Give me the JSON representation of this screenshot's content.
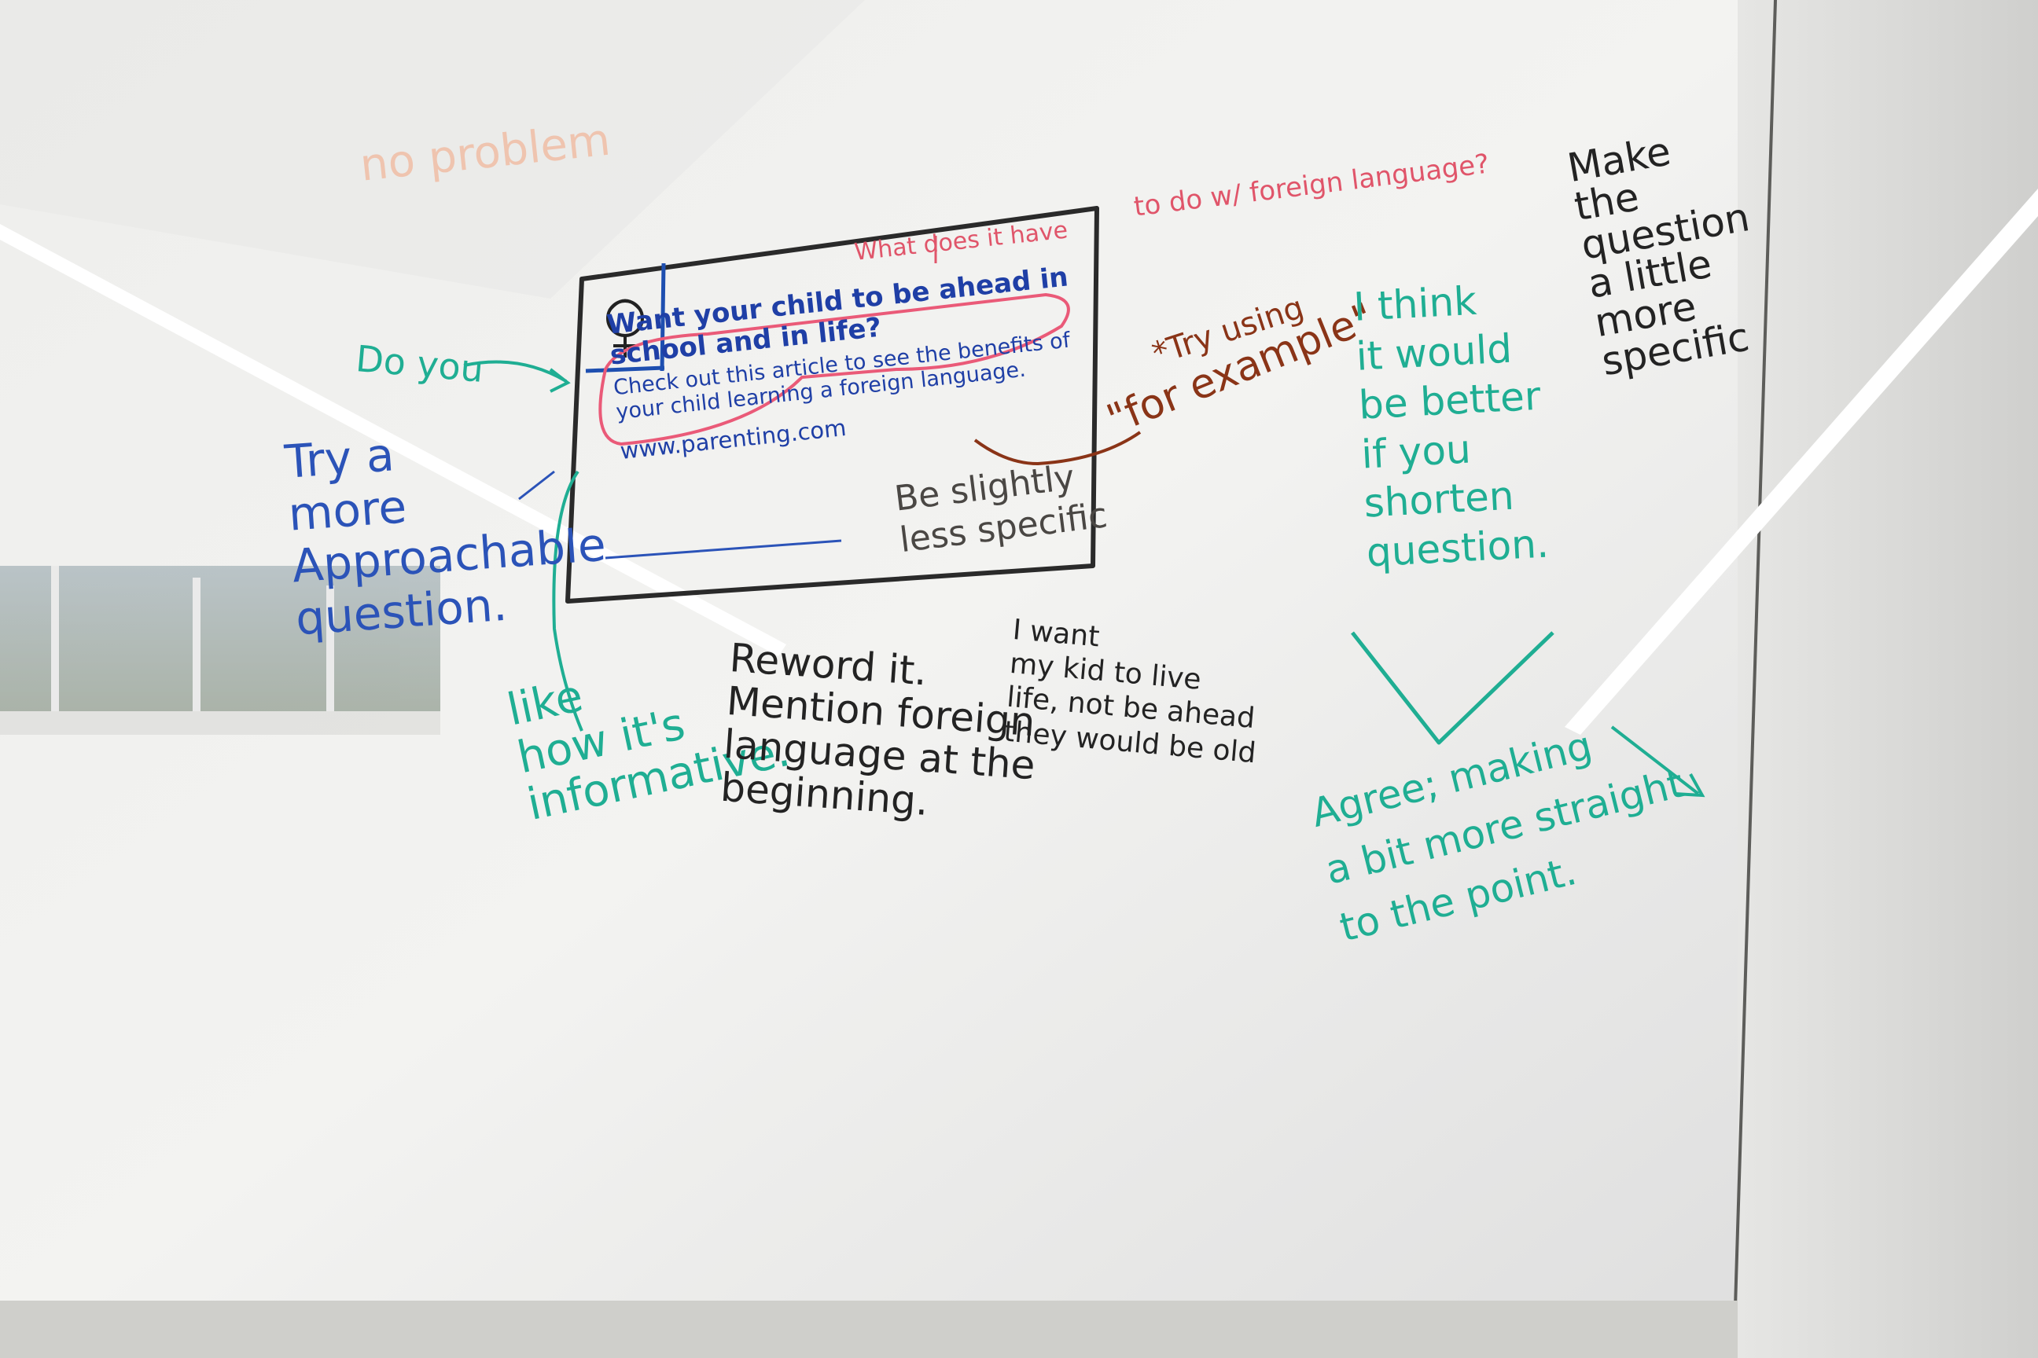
{
  "ad_mockup": {
    "headline": "Want your child to be ahead in school and in life?",
    "body": "Check out this article to see the benefits of your child learning a foreign language.",
    "url": "www.parenting.com"
  },
  "annotations": {
    "faded_orange": "no problem",
    "red_question_top": "to do w/ foreign language?",
    "red_question_box": "What does it have",
    "do_you": "Do you",
    "try_more_approachable": "Try a\nmore\nApproachable\nquestion.",
    "like_informative": "like\nhow it's\ninformative.",
    "reword_it": "Reword it.\nMention foreign\nlanguage at the\nbeginning.",
    "i_want_kid": "I want\nmy kid to live\nlife, not be ahead\nthey would be old",
    "be_slightly": "Be slightly\nless specific",
    "try_using": "*Try using",
    "for_example": "\"for example\"",
    "i_think": "I think\nit would\nbe better\nif you\nshorten\nquestion.",
    "make_question": "Make\nthe\nquestion\na little\nmore\nspecific",
    "agree": "Agree; making\na bit more straight\nto the point."
  },
  "colors": {
    "board": "#f1f1ef",
    "blue_marker": "#2b53b8",
    "teal_marker": "#1fae93",
    "black_marker": "#232323",
    "red_marker": "#e0556a",
    "brown_marker": "#8a3417"
  }
}
